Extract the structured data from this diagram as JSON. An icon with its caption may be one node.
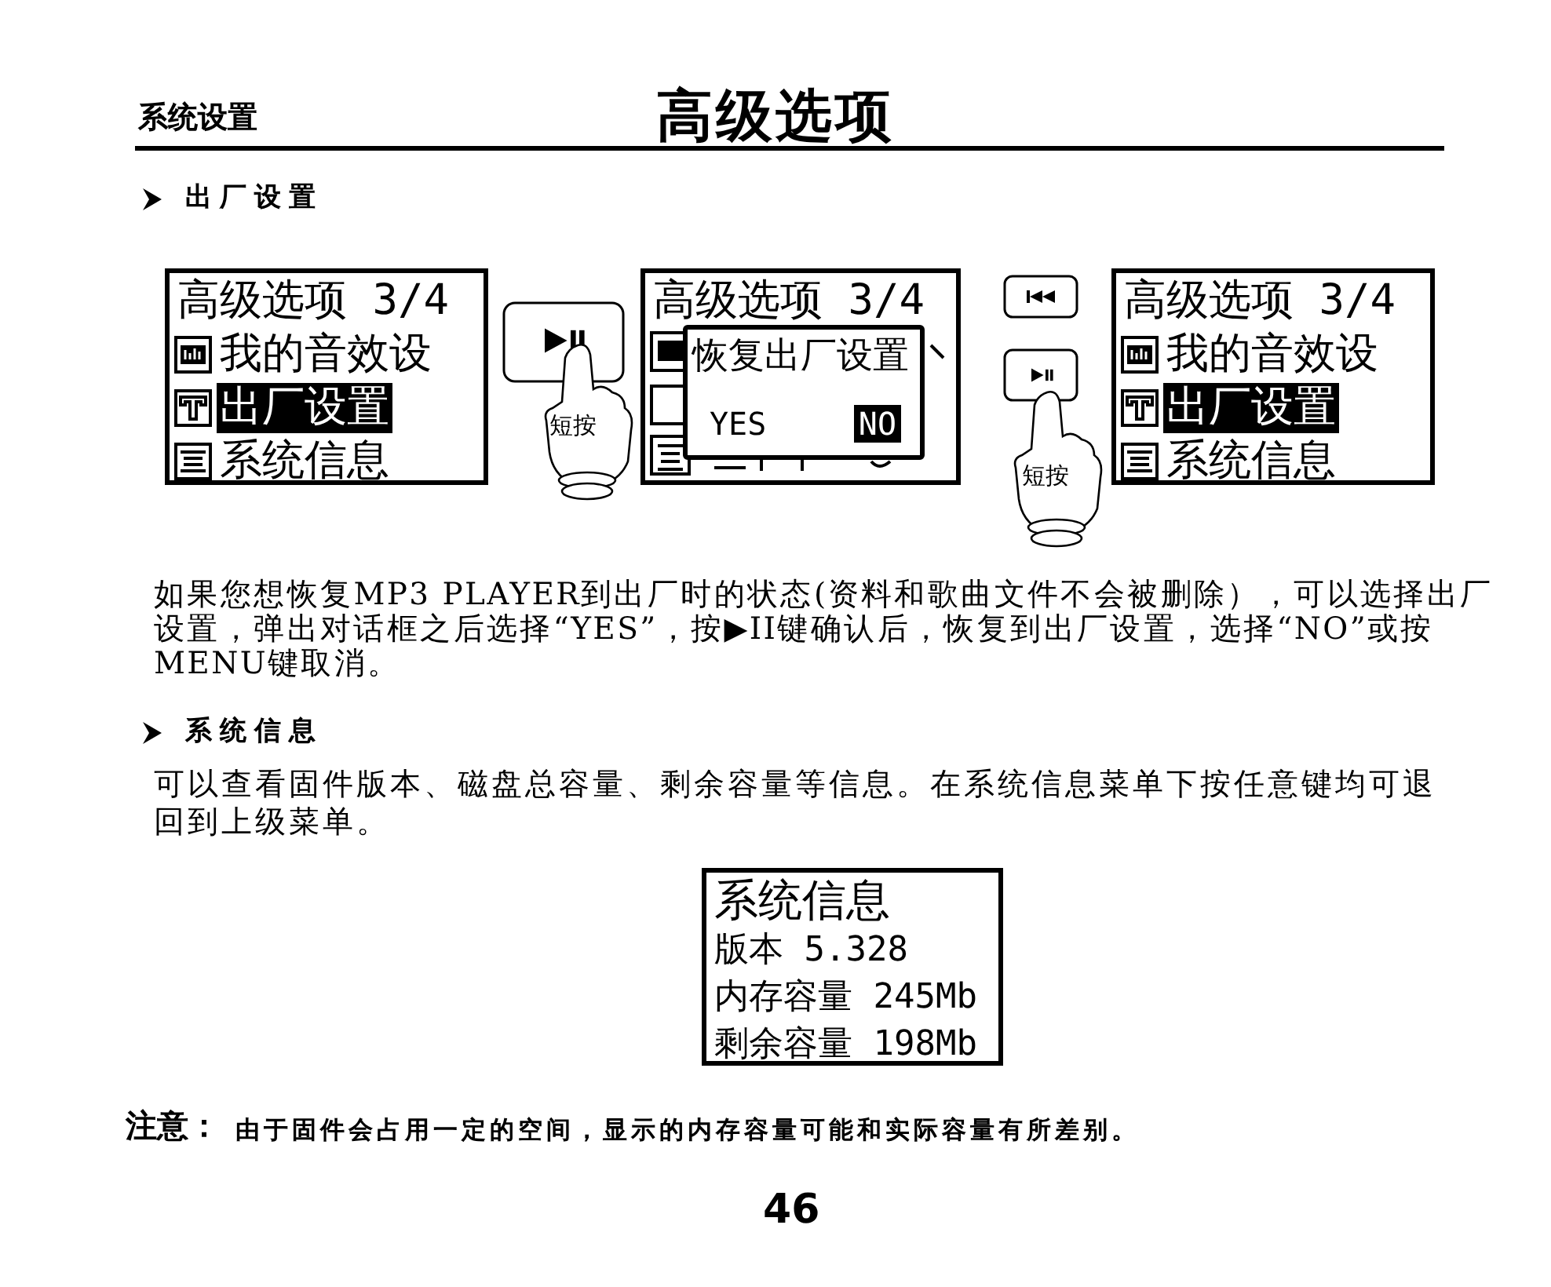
{
  "diagram": {
    "title": "高级选项",
    "nodes": [
      {
        "text": [
          "高级选项 3/4",
          "我的音效设",
          "出厂设置",
          "系统信息"
        ]
      },
      {
        "text": [
          "高级选项 3/4"
        ]
      },
      {
        "text": [
          "恢复出厂设置",
          "YES",
          "NO"
        ],
        "in": 1
      },
      {
        "text": [
          "高级选项 3/4",
          "我的音效设",
          "出厂设置",
          "系统信息"
        ]
      },
      {
        "text": [
          "系统信息",
          "版本 5.328",
          "内存容量 245Mb",
          "剩余容量 198Mb"
        ]
      }
    ],
    "labels": [
      "系统设置",
      "出厂设置",
      "短按",
      "短按",
      "如果您想恢复MP3 PLAYER到出厂时的状态(资料和歌曲文件不会被删除），可以选择出厂设置，弹出对话框之后选择“YES”，按▶II键确认后，恢复到出厂设置，选择“NO”或按MENU键取消。",
      "系统信息",
      "可以查看固件版本、磁盘总容量、剩余容量等信息。在系统信息菜单下按任意键均可退回到上级菜单。",
      "注意：",
      "由于固件会占用一定的空间，显示的内存容量可能和实际容量有所差别。",
      "46"
    ]
  }
}
